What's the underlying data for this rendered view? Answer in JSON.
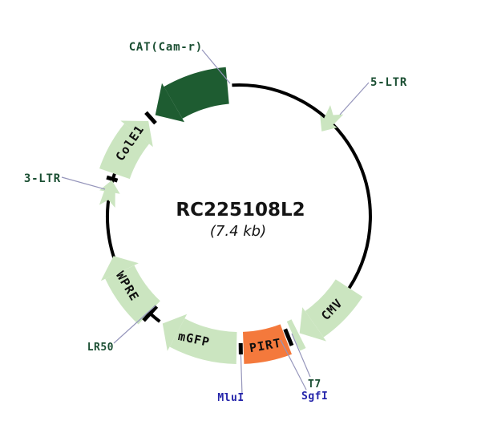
{
  "plasmid": {
    "title": "RC225108L2",
    "size_label": "(7.4 kb)",
    "features": {
      "cat": "CAT(Cam-r)",
      "ltr5": "5-LTR",
      "ltr3": "3-LTR",
      "cole1": "ColE1",
      "wpre": "WPRE",
      "mgfp": "mGFP",
      "pirt": "PIRT",
      "cmv": "CMV",
      "t7": "T7"
    },
    "sites": {
      "lr50": "LR50",
      "mlui": "MluI",
      "sgfi": "SgfI"
    }
  },
  "colors": {
    "dark_green": "#1e5c31",
    "light_green": "#cbe5c0",
    "orange": "#f4793c",
    "label_green": "#1b4f33",
    "label_blue": "#2424aa",
    "backbone": "#000000",
    "leader_line": "#9595bb",
    "background": "#ffffff"
  }
}
